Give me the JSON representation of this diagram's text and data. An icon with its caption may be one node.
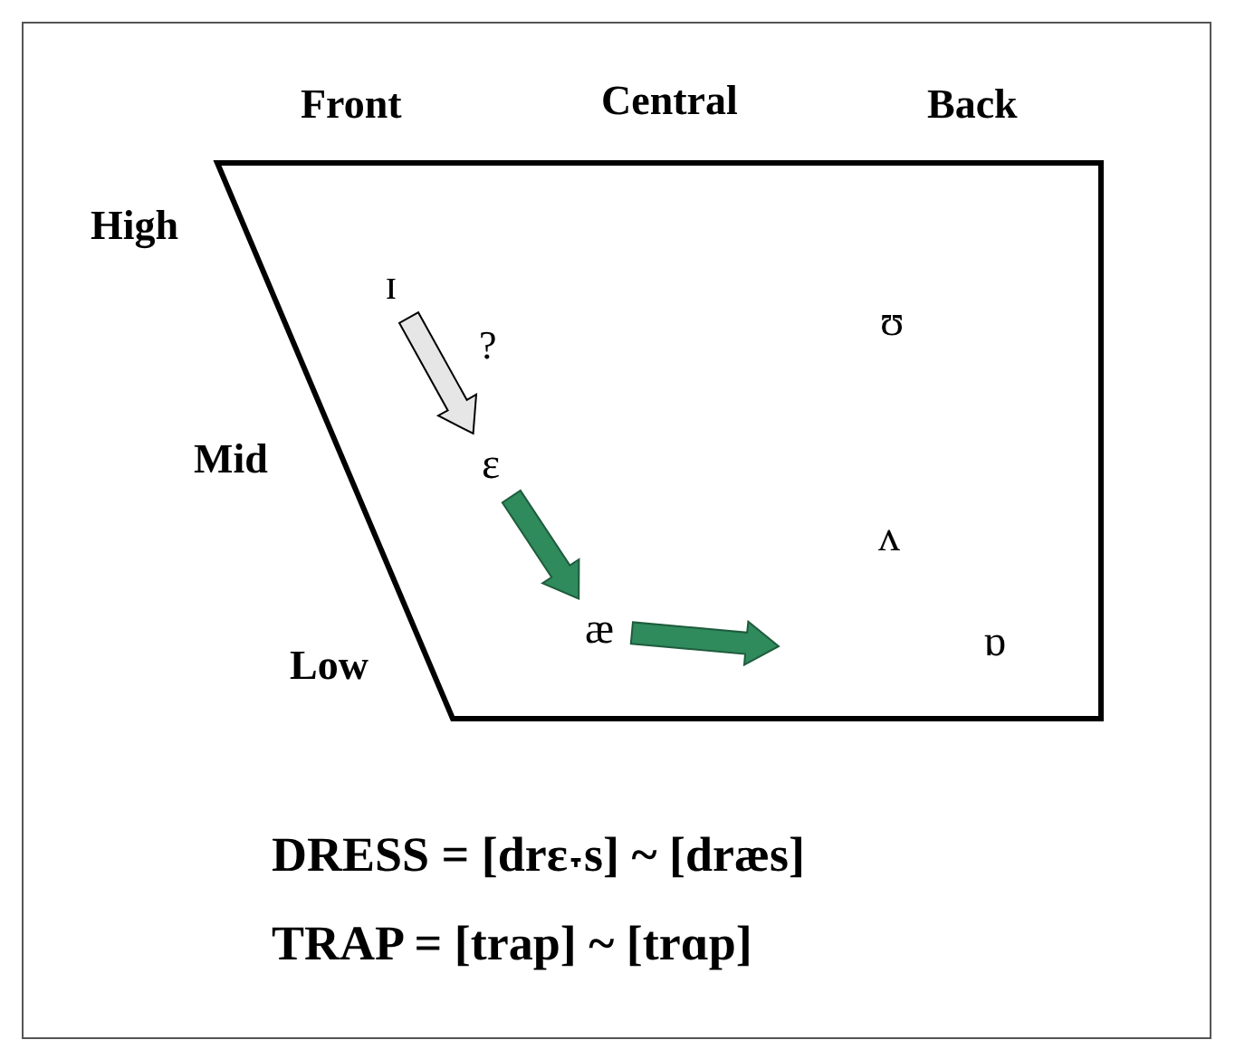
{
  "diagram": {
    "nodes": [
      {
        "text": [],
        "shape": "trapezoid"
      },
      {
        "text": [
          "ɪ"
        ],
        "in": 0
      },
      {
        "text": [
          "ɛ"
        ],
        "in": 0
      },
      {
        "text": [
          "æ"
        ],
        "in": 0
      }
    ],
    "edges": [
      {
        "from": 1,
        "to": 2,
        "arrow": "to",
        "label": "?",
        "color": "#e6e6e6"
      },
      {
        "from": 2,
        "to": 3,
        "arrow": "to"
      },
      {
        "from": 3,
        "to": null,
        "arrow": "to"
      }
    ],
    "labels": [
      "Front",
      "Central",
      "Back",
      "High",
      "Mid",
      "Low",
      "ʊ",
      "ʌ",
      "ɒ",
      "DRESS = [drɛ˕s] ~ [dræs]",
      "TRAP = [trap] ~ [trɑp]"
    ]
  }
}
